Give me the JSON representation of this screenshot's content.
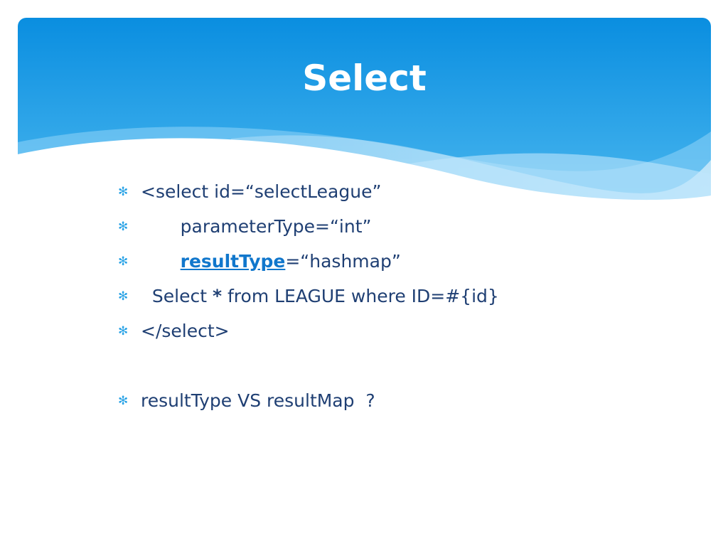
{
  "slide": {
    "title": "Select",
    "bullet_glyph": "✻",
    "lines": [
      {
        "before": "<select id=“selectLeague”"
      },
      {
        "before": "       parameterType=“int”"
      },
      {
        "before": "       ",
        "link": "resultType",
        "after": "=“hashmap”"
      },
      {
        "before": "  Select ",
        "bold": "*",
        "after": " from LEAGUE where ID=#{id}"
      },
      {
        "before": "</select>"
      },
      {
        "before": "resultType VS resultMap  ?"
      }
    ]
  },
  "colors": {
    "header_top": "#0a8ee0",
    "header_bottom": "#55bff0",
    "text": "#1f3f73",
    "link": "#1177cc",
    "bullet": "#2aa3e6"
  }
}
